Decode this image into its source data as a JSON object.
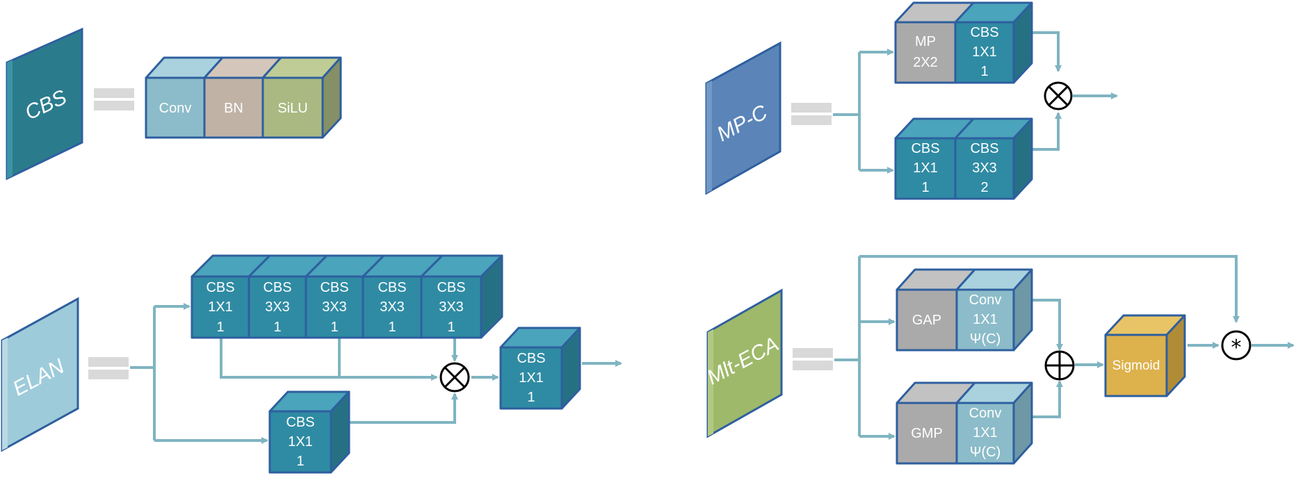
{
  "colors": {
    "cbs_front": "#2f8ba3",
    "cbs_top": "#4aa4bb",
    "cbs_side": "#267084",
    "conv_front": "#8cbcc9",
    "conv_top": "#a9d2de",
    "bn_front": "#c1b2a6",
    "bn_top": "#d4c6ba",
    "silu_front": "#aab982",
    "silu_top": "#bfcc95",
    "silu_side": "#859066",
    "gray_front": "#aaaaaa",
    "gray_top": "#c2c2c2",
    "sigmoid_front": "#ddb14c",
    "sigmoid_top": "#e8c466",
    "sigmoid_side": "#b18c36",
    "wire": "#7fb4c1",
    "equals": "#d9d9d9"
  },
  "cbs": {
    "title": "CBS",
    "cells": [
      "Conv",
      "BN",
      "SiLU"
    ]
  },
  "mpc": {
    "title": "MP-C",
    "top_row": [
      {
        "l1": "MP",
        "l2": "2X2",
        "l3": ""
      },
      {
        "l1": "CBS",
        "l2": "1X1",
        "l3": "1"
      }
    ],
    "bottom_row": [
      {
        "l1": "CBS",
        "l2": "1X1",
        "l3": "1"
      },
      {
        "l1": "CBS",
        "l2": "3X3",
        "l3": "2"
      }
    ]
  },
  "elan": {
    "title": "ELAN",
    "chain": [
      {
        "l1": "CBS",
        "l2": "1X1",
        "l3": "1"
      },
      {
        "l1": "CBS",
        "l2": "3X3",
        "l3": "1"
      },
      {
        "l1": "CBS",
        "l2": "3X3",
        "l3": "1"
      },
      {
        "l1": "CBS",
        "l2": "3X3",
        "l3": "1"
      },
      {
        "l1": "CBS",
        "l2": "3X3",
        "l3": "1"
      }
    ],
    "lower": {
      "l1": "CBS",
      "l2": "1X1",
      "l3": "1"
    },
    "out": {
      "l1": "CBS",
      "l2": "1X1",
      "l3": "1"
    }
  },
  "eca": {
    "title": "Mlt-ECA",
    "top_row": [
      {
        "l1": "GAP",
        "l2": "",
        "l3": ""
      },
      {
        "l1": "Conv",
        "l2": "1X1",
        "l3": "Ψ(C)"
      }
    ],
    "bottom_row": [
      {
        "l1": "GMP",
        "l2": "",
        "l3": ""
      },
      {
        "l1": "Conv",
        "l2": "1X1",
        "l3": "Ψ(C)"
      }
    ],
    "sigmoid": "Sigmoid"
  },
  "symbols": {
    "multiply": "⊗",
    "add": "⊕",
    "star": "*"
  }
}
